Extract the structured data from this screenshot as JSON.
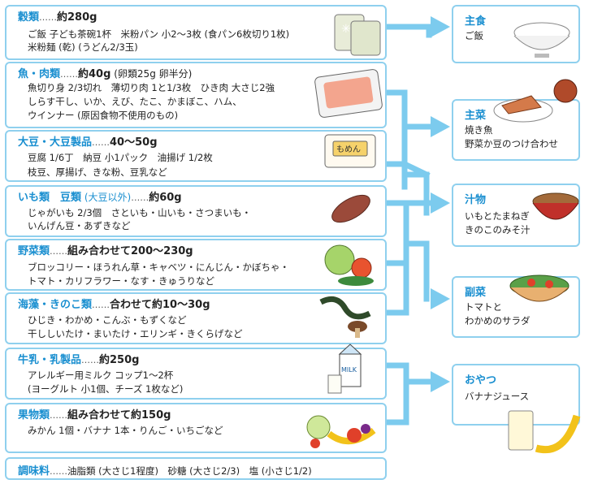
{
  "groups": [
    {
      "name": "穀類",
      "sub": "",
      "dots": "……",
      "amount": "約280g",
      "amount_note": "",
      "lines": [
        "ご飯 子ども茶碗1杯　米粉パン 小2～3枚 (食パン6枚切り1枚)",
        "米粉麺 (乾) (うどん2/3玉)"
      ]
    },
    {
      "name": "魚・肉類",
      "sub": "",
      "dots": "……",
      "amount": "約40g",
      "amount_note": " (卵類25g 卵半分)",
      "lines": [
        "魚切り身 2/3切れ　薄切り肉 1と1/3枚　ひき肉 大さじ2強",
        "しらす干し、いか、えび、たこ、かまぼこ、ハム、",
        "ウインナー (原因食物不使用のもの)"
      ]
    },
    {
      "name": "大豆・大豆製品",
      "sub": "",
      "dots": "……",
      "amount": "40～50g",
      "amount_note": "",
      "lines": [
        "豆腐 1/6丁　納豆 小1パック　油揚げ 1/2枚",
        "枝豆、厚揚げ、きな粉、豆乳など"
      ]
    },
    {
      "name": "いも類　豆類",
      "sub": " (大豆以外)",
      "dots": "……",
      "amount": "約60g",
      "amount_note": "",
      "lines": [
        "じゃがいも 2/3個　さといも・山いも・さつまいも・",
        "いんげん豆・あずきなど"
      ]
    },
    {
      "name": "野菜類",
      "sub": "",
      "dots": "……",
      "amount": "組み合わせて200～230g",
      "amount_note": "",
      "lines": [
        "ブロッコリー・ほうれん草・キャベツ・にんじん・かぼちゃ・",
        "トマト・カリフラワー・なす・きゅうりなど"
      ]
    },
    {
      "name": "海藻・きのこ類",
      "sub": "",
      "dots": "……",
      "amount": "合わせて約10～30g",
      "amount_note": "",
      "lines": [
        "ひじき・わかめ・こんぶ・もずくなど",
        "干ししいたけ・まいたけ・エリンギ・きくらげなど"
      ]
    },
    {
      "name": "牛乳・乳製品",
      "sub": "",
      "dots": "……",
      "amount": "約250g",
      "amount_note": "",
      "lines": [
        "アレルギー用ミルク コップ1～2杯",
        "(ヨーグルト 小1個、チーズ 1枚など)"
      ]
    },
    {
      "name": "果物類",
      "sub": "",
      "dots": "……",
      "amount": "組み合わせて約150g",
      "amount_note": "",
      "lines": [
        "みかん 1個・バナナ 1本・りんご・いちごなど"
      ]
    }
  ],
  "seasoning": {
    "name": "調味料",
    "dots": "……",
    "text": "油脂類 (大さじ1程度)　砂糖 (大さじ2/3)　塩 (小さじ1/2)"
  },
  "meals": [
    {
      "title": "主食",
      "lines": [
        "ご飯"
      ]
    },
    {
      "title": "主菜",
      "lines": [
        "焼き魚",
        "野菜か豆のつけ合わせ"
      ]
    },
    {
      "title": "汁物",
      "lines": [
        "いもとたまねぎ",
        "きのこのみそ汁"
      ]
    },
    {
      "title": "副菜",
      "lines": [
        "トマトと",
        "わかめのサラダ"
      ]
    },
    {
      "title": "おやつ",
      "lines": [
        "バナナジュース"
      ]
    }
  ],
  "illustrations": {
    "tofu_pack_label": "もめん",
    "milk_carton_label": "MILK"
  },
  "colors": {
    "accent": "#1a8fd0",
    "frame": "#8fd0ee",
    "connector": "#7ccbee"
  }
}
